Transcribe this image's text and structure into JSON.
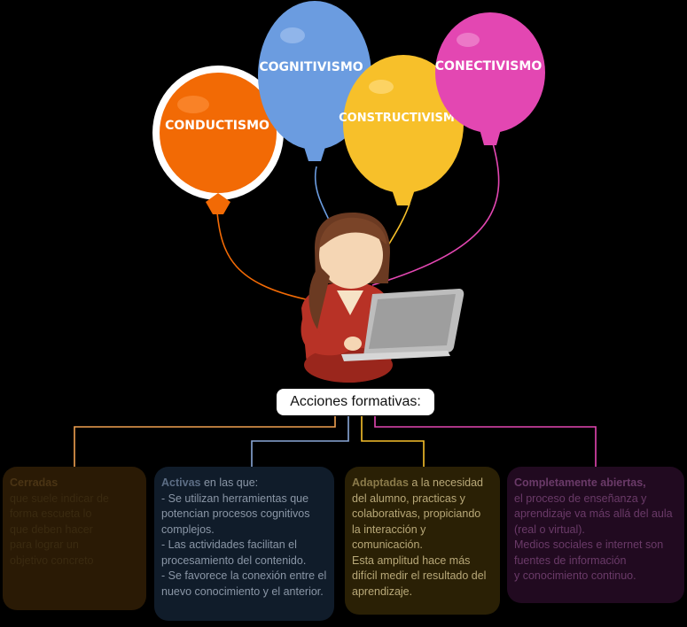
{
  "balloons": [
    {
      "label": "CONDUCTISMO",
      "color": "#f26a05"
    },
    {
      "label": "COGNITIVISMO",
      "color": "#6b9ce0"
    },
    {
      "label": "CONSTRUCTIVISMO",
      "color": "#f7c02a"
    },
    {
      "label": "CONECTIVISMO",
      "color": "#e347b2"
    }
  ],
  "center_label": "Acciones formativas:",
  "cards": [
    {
      "head": "Cerradas",
      "intro": "",
      "lines": [
        "que suele indicar de",
        "forma escueta lo",
        "que deben hacer",
        "para lograr un",
        "objetivo concreto"
      ]
    },
    {
      "head": "Activas",
      "intro": " en las que:",
      "lines": [
        "- Se utilizan herramientas que",
        "potencian procesos cognitivos",
        "complejos.",
        "- Las actividades facilitan el",
        "procesamiento del contenido.",
        "- Se favorece la conexión entre el",
        "nuevo conocimiento y el anterior."
      ]
    },
    {
      "head": "Adaptadas",
      "intro": " a la necesidad",
      "lines": [
        "del alumno, practicas y",
        "colaborativas, propiciando",
        "la interacción y comunicación.",
        "Esta amplitud hace más",
        "difícil medir el resultado del",
        "aprendizaje."
      ]
    },
    {
      "head": "Completamente abiertas,",
      "intro": "",
      "lines": [
        "el proceso de enseñanza y",
        "aprendizaje va más allá del aula",
        "(real o virtual).",
        "Medios sociales e internet son",
        "fuentes de información",
        "y conocimiento continuo."
      ]
    }
  ]
}
